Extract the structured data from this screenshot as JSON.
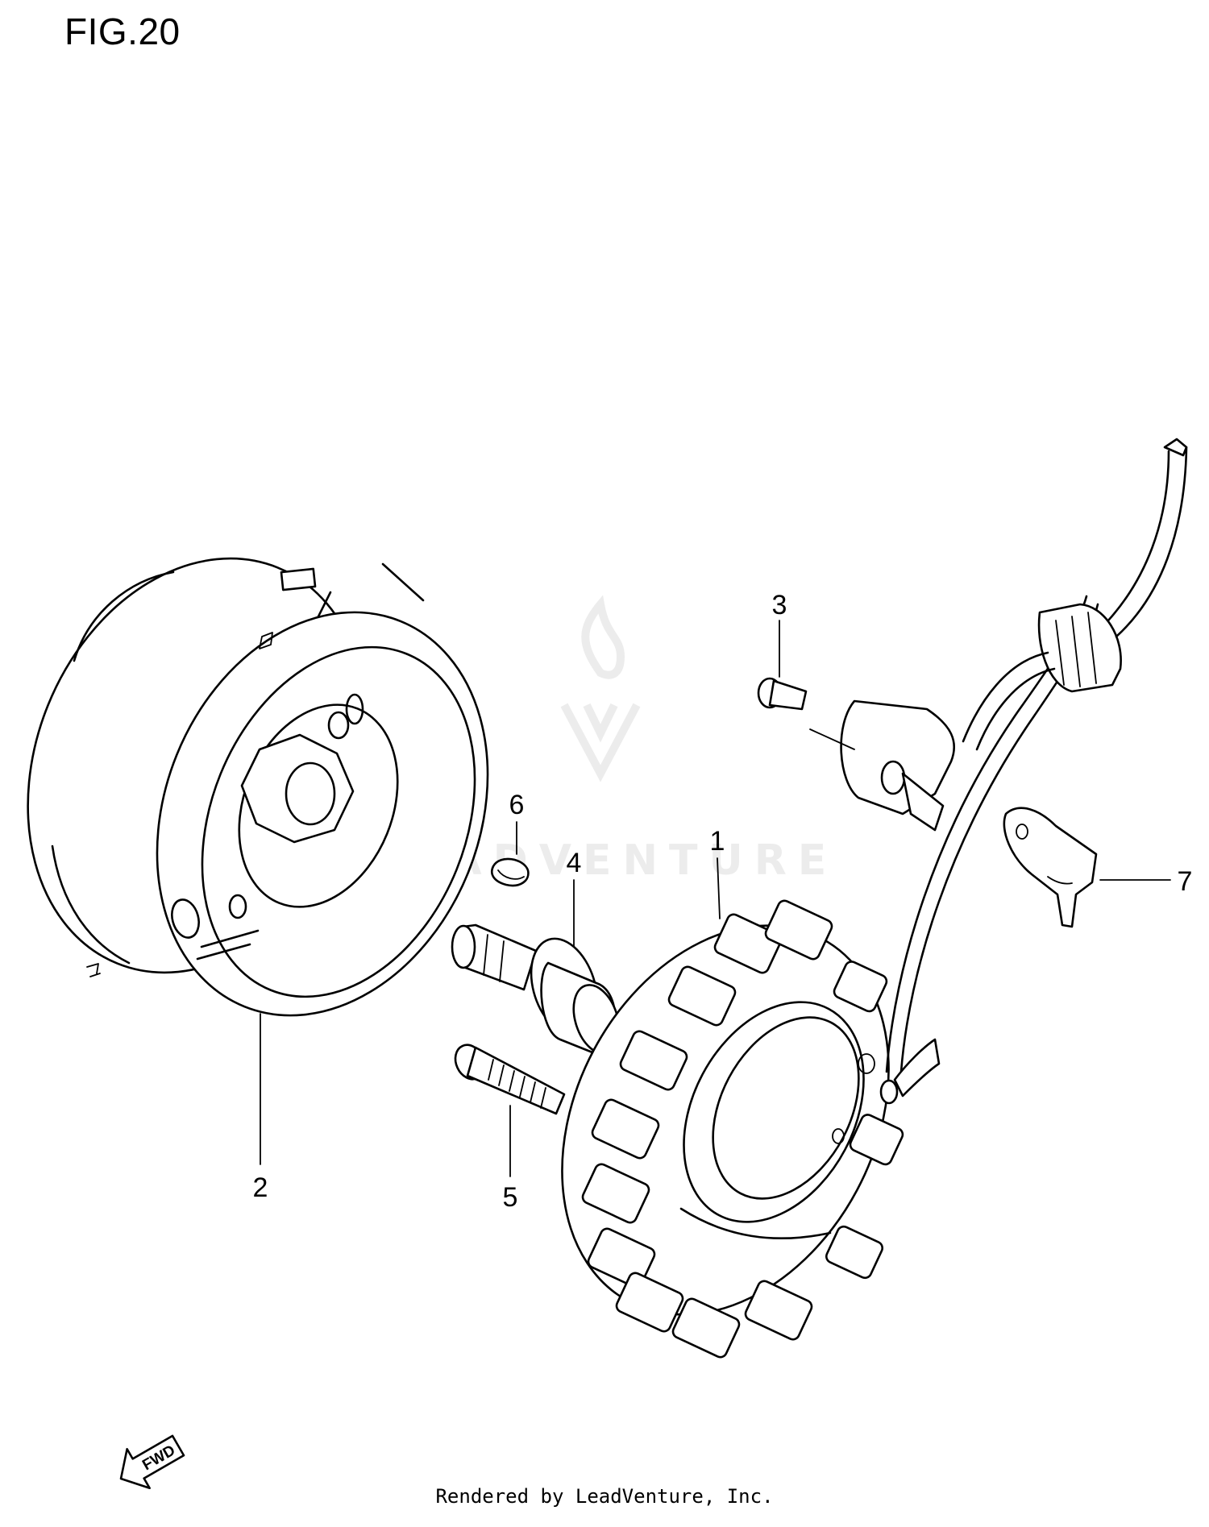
{
  "figure": {
    "title": "FIG.20"
  },
  "callouts": [
    {
      "id": "1",
      "label": "1"
    },
    {
      "id": "2",
      "label": "2"
    },
    {
      "id": "3",
      "label": "3"
    },
    {
      "id": "4",
      "label": "4"
    },
    {
      "id": "5",
      "label": "5"
    },
    {
      "id": "6",
      "label": "6"
    },
    {
      "id": "7",
      "label": "7"
    }
  ],
  "watermark": {
    "text": "LEADVENTURE"
  },
  "direction_arrow": {
    "label": "FWD"
  },
  "footer": {
    "credit": "Rendered by LeadVenture, Inc."
  },
  "colors": {
    "line": "#000000",
    "background": "#ffffff",
    "watermark": "#ececec"
  }
}
